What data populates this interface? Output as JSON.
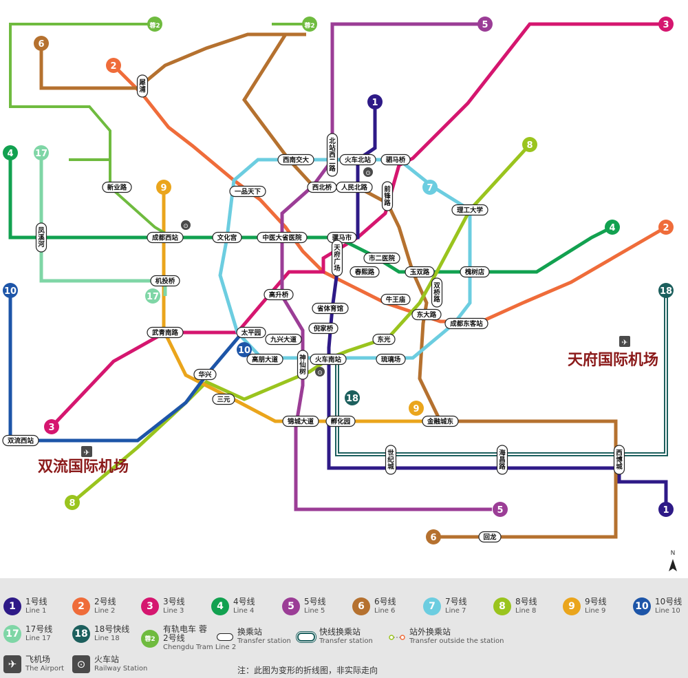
{
  "colors": {
    "line1": "#2e1a87",
    "line2": "#ef6c3a",
    "line3": "#d5166f",
    "line4": "#12a150",
    "line5": "#9b3d96",
    "line6": "#b5712f",
    "line7": "#6ccde0",
    "line8": "#9ac41e",
    "line9": "#eaa51c",
    "line10": "#1d55a8",
    "line17": "#7fd6a6",
    "line18": "#1c5f5d",
    "tram2": "#6fbb3f"
  },
  "map": {
    "line_badges": [
      "1",
      "2",
      "3",
      "4",
      "5",
      "6",
      "7",
      "8",
      "9",
      "10",
      "17",
      "18",
      "蓉2"
    ],
    "transfer_stations": [
      "犀浦",
      "一品天下",
      "西南交大",
      "北站西二路",
      "火车北站",
      "驷马桥",
      "新业路",
      "西北桥",
      "人民北路",
      "前锋路",
      "理工大学",
      "成都西站",
      "文化宫",
      "中医大省医院",
      "骡马市",
      "市二医院",
      "玉双路",
      "双桥路",
      "槐树店",
      "凤溪河",
      "天府广场",
      "春熙路",
      "机投桥",
      "高升桥",
      "省体育馆",
      "牛王庙",
      "东大路",
      "成都东客站",
      "武青南路",
      "太平园",
      "倪家桥",
      "东光",
      "九兴大道",
      "高朋大道",
      "火车南站",
      "琉璃场",
      "华兴",
      "神仙树",
      "三元",
      "锦城大道",
      "孵化园",
      "金融城东",
      "双流西站",
      "世纪城",
      "海昌路",
      "西博城",
      "回龙"
    ],
    "airports": {
      "shuangliu": "双流国际机场",
      "tianfu": "天府国际机场"
    }
  },
  "legend": {
    "lines": [
      {
        "badge": "1",
        "cn": "1号线",
        "en": "Line 1"
      },
      {
        "badge": "2",
        "cn": "2号线",
        "en": "Line 2"
      },
      {
        "badge": "3",
        "cn": "3号线",
        "en": "Line 3"
      },
      {
        "badge": "4",
        "cn": "4号线",
        "en": "Line 4"
      },
      {
        "badge": "5",
        "cn": "5号线",
        "en": "Line 5"
      },
      {
        "badge": "6",
        "cn": "6号线",
        "en": "Line 6"
      },
      {
        "badge": "7",
        "cn": "7号线",
        "en": "Line 7"
      },
      {
        "badge": "8",
        "cn": "8号线",
        "en": "Line 8"
      },
      {
        "badge": "9",
        "cn": "9号线",
        "en": "Line 9"
      },
      {
        "badge": "10",
        "cn": "10号线",
        "en": "Line 10"
      },
      {
        "badge": "17",
        "cn": "17号线",
        "en": "Line 17"
      },
      {
        "badge": "18",
        "cn": "18号快线",
        "en": "Line 18"
      },
      {
        "badge": "蓉2",
        "cn": "有轨电车 蓉2号线",
        "en": "Chengdu Tram Line 2"
      }
    ],
    "transfer": {
      "cn": "换乘站",
      "en": "Transfer station"
    },
    "express_transfer": {
      "cn": "快线换乘站",
      "en": "Transfer station"
    },
    "outside_transfer": {
      "cn": "站外换乘站",
      "en": "Transfer outside the station"
    },
    "airport": {
      "cn": "飞机场",
      "en": "The Airport"
    },
    "railway": {
      "cn": "火车站",
      "en": "Railway Station"
    },
    "note": "注：此图为变形的折线图，非实际走向"
  },
  "compass": "N"
}
